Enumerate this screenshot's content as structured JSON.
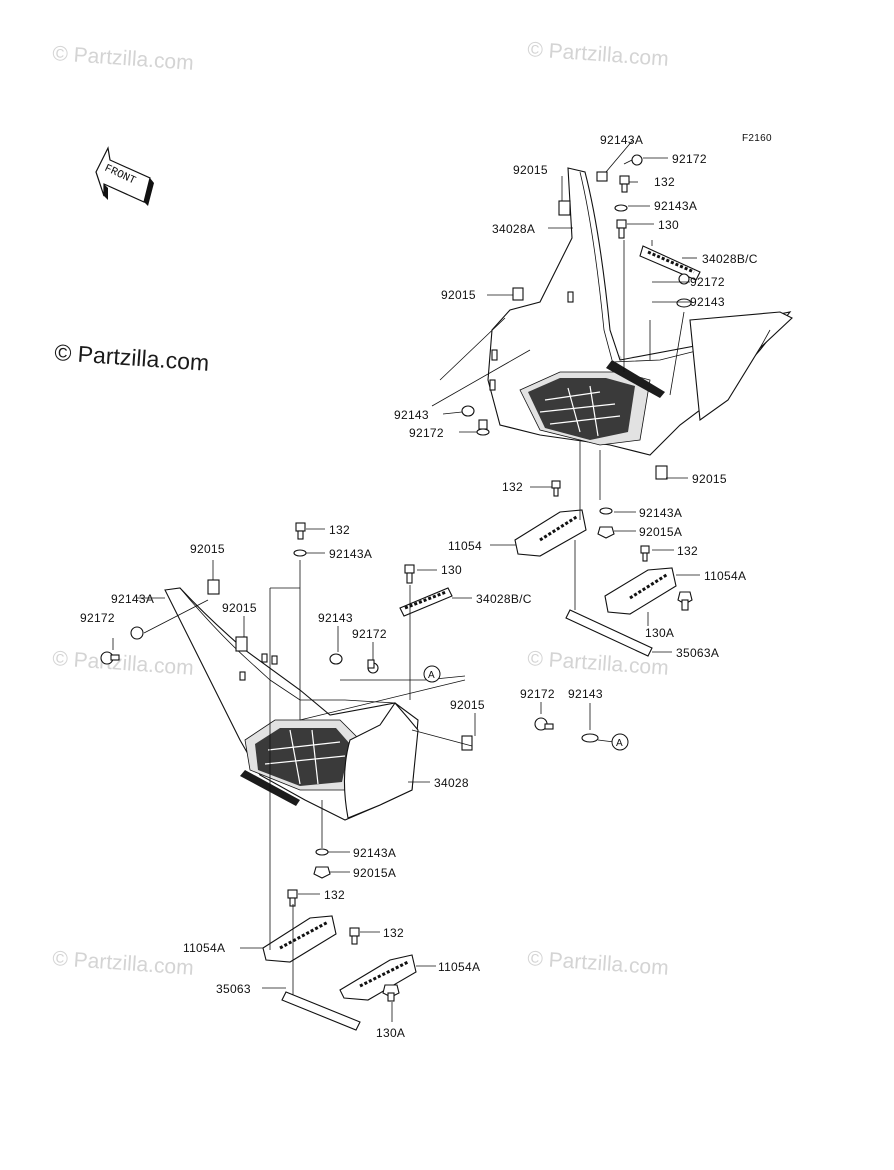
{
  "figure_code": "F2160",
  "front_arrow_label": "FRONT",
  "callout_ref": "A",
  "watermark_text": "© Partzilla.com",
  "labels": {
    "l_92143A_top": "92143A",
    "l_92172_top": "92172",
    "l_92015_top": "92015",
    "l_132_top": "132",
    "l_92143A_top2": "92143A",
    "l_130_top": "130",
    "l_34028A": "34028A",
    "l_34028BC_top": "34028B/C",
    "l_92172_top2": "92172",
    "l_92015_mid": "92015",
    "l_92143_top": "92143",
    "l_92143_left": "92143",
    "l_92172_left": "92172",
    "l_92015_right": "92015",
    "l_132_mid": "132",
    "l_92143A_mid": "92143A",
    "l_11054": "11054",
    "l_92015A_mid": "92015A",
    "l_132_mid2": "132",
    "l_11054A_right": "11054A",
    "l_130A_right": "130A",
    "l_35063A": "35063A",
    "l_132_lower": "132",
    "l_92143A_lower": "92143A",
    "l_92015_lower": "92015",
    "l_130_lower": "130",
    "l_92143A_left": "92143A",
    "l_92172_left2": "92172",
    "l_92015_left2": "92015",
    "l_92143_lower": "92143",
    "l_92172_lower": "92172",
    "l_34028BC_lower": "34028B/C",
    "l_92015_lower2": "92015",
    "l_92172_far": "92172",
    "l_92143_far": "92143",
    "l_34028": "34028",
    "l_92143A_bottom": "92143A",
    "l_92015A_bottom": "92015A",
    "l_132_bottom": "132",
    "l_11054A_left": "11054A",
    "l_132_bottom2": "132",
    "l_11054A_bottom": "11054A",
    "l_35063": "35063",
    "l_130A_bottom": "130A"
  }
}
